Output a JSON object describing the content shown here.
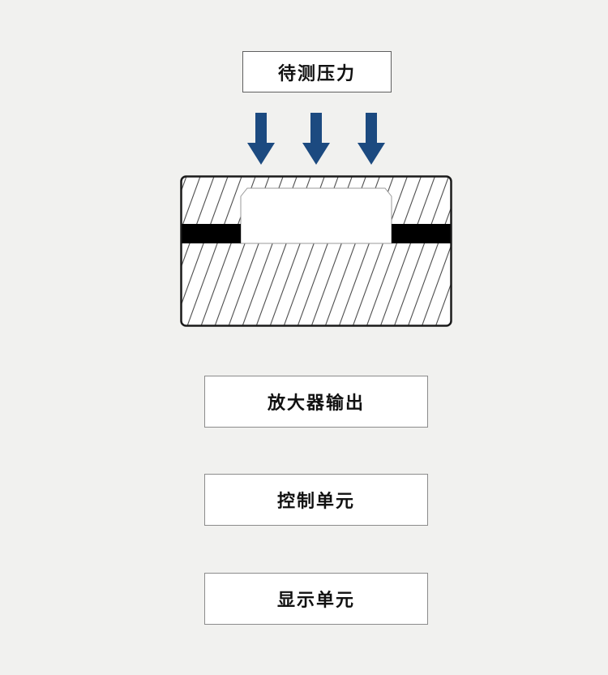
{
  "diagram": {
    "pressure_label": "待测压力",
    "blocks": [
      {
        "label": "放大器输出"
      },
      {
        "label": "控制单元"
      },
      {
        "label": "显示单元"
      }
    ],
    "icons": {
      "arrow_icon": "down-arrow",
      "arrow_count": 3
    },
    "colors": {
      "background": "#f1f1ef",
      "arrow": "#1c4a80",
      "sensor_border": "#1a1a1a",
      "hatch_line": "#4a4a4a",
      "cavity_outline": "#9a9a9a",
      "electrode": "#000000",
      "box_border": "#8c8c8c",
      "pressure_box_border": "#5f5f5f",
      "text": "#111111"
    }
  }
}
